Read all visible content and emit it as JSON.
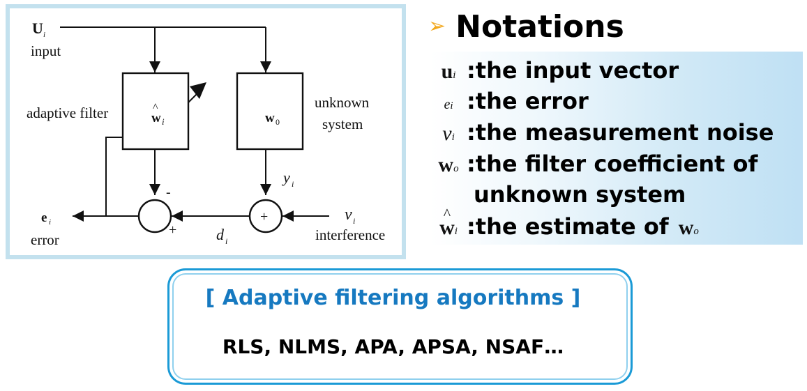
{
  "diagram": {
    "input_symbol": "U",
    "input_sub": "i",
    "input_label": "input",
    "adaptive_filter_label": "adaptive filter",
    "filter_symbol": "w",
    "filter_sub": "i",
    "unknown_symbol": "w",
    "unknown_sub": "0",
    "unknown_line1": "unknown",
    "unknown_line2": "system",
    "y_symbol": "y",
    "y_sub": "i",
    "v_symbol": "v",
    "v_sub": "i",
    "interference_label": "interference",
    "d_symbol": "d",
    "d_sub": "i",
    "error_symbol": "e",
    "error_sub": "i",
    "error_label": "error",
    "minus_sign": "-",
    "plus_sign": "+",
    "sum_plus": "+"
  },
  "notations": {
    "bullet": "➢",
    "heading": "Notations",
    "items": [
      {
        "symbol": "u",
        "sub": "i",
        "text": ":the input vector"
      },
      {
        "symbol": "e",
        "sub": "i",
        "text": ":the error"
      },
      {
        "symbol": "v",
        "sub": "i",
        "text": ":the measurement noise"
      },
      {
        "symbol": "w",
        "sub": "o",
        "text": ":the filter coefficient of"
      },
      {
        "symbol": "",
        "sub": "",
        "text": "unknown system"
      },
      {
        "symbol": "w",
        "sub": "i",
        "text": ":the estimate of",
        "tail_symbol": "w",
        "tail_sub": "o"
      }
    ]
  },
  "algorithms": {
    "title": "[ Adaptive filtering algorithms ]",
    "list": "RLS, NLMS, APA, APSA, NSAF…"
  },
  "colors": {
    "panel_border": "#c3e1ee",
    "bullet": "#f2a81d",
    "algo_title": "#1679c0",
    "algo_border": "#1a9ad6"
  }
}
